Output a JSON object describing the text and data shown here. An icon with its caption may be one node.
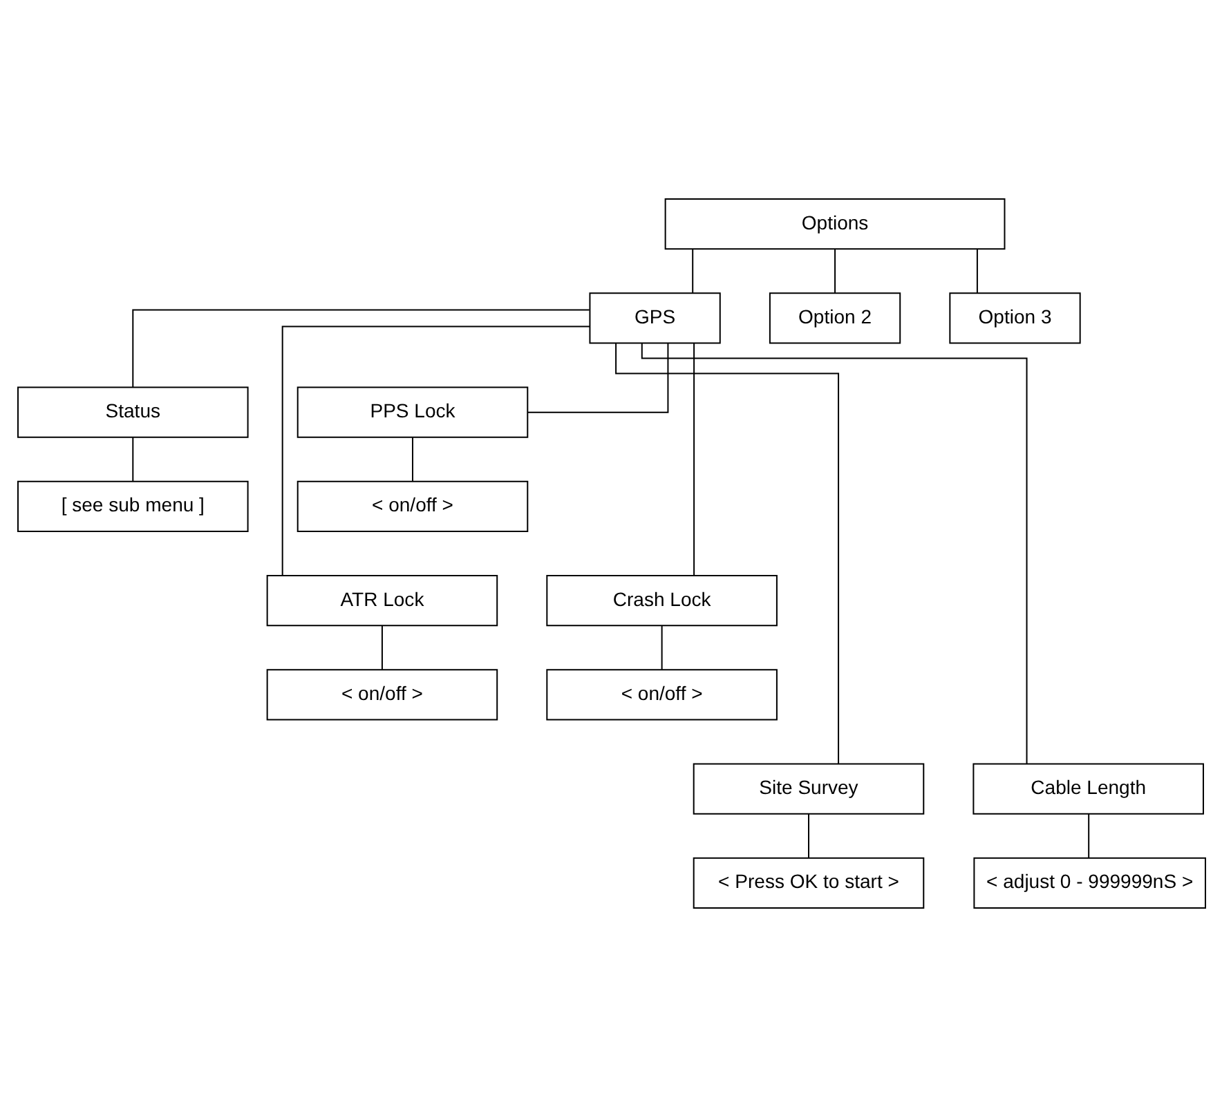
{
  "diagram": {
    "nodes": [
      {
        "text": [
          "Options"
        ]
      },
      {
        "text": [
          "GPS"
        ]
      },
      {
        "text": [
          "Option 2"
        ]
      },
      {
        "text": [
          "Option 3"
        ]
      },
      {
        "text": [
          "Status"
        ]
      },
      {
        "text": [
          "[ see sub menu ]"
        ]
      },
      {
        "text": [
          "PPS Lock"
        ]
      },
      {
        "text": [
          "< on/off >"
        ]
      },
      {
        "text": [
          "ATR Lock"
        ]
      },
      {
        "text": [
          "< on/off >"
        ]
      },
      {
        "text": [
          "Crash Lock"
        ]
      },
      {
        "text": [
          "< on/off >"
        ]
      },
      {
        "text": [
          "Site Survey"
        ]
      },
      {
        "text": [
          "< Press OK to start >"
        ]
      },
      {
        "text": [
          "Cable Length"
        ]
      },
      {
        "text": [
          "< adjust 0 - 999999nS >"
        ]
      }
    ],
    "edges": [
      {
        "from": 0,
        "to": 1,
        "arrow": "none"
      },
      {
        "from": 0,
        "to": 2,
        "arrow": "none"
      },
      {
        "from": 0,
        "to": 3,
        "arrow": "none"
      },
      {
        "from": 1,
        "to": 4,
        "arrow": "none"
      },
      {
        "from": 1,
        "to": 6,
        "arrow": "none"
      },
      {
        "from": 4,
        "to": 5,
        "arrow": "none"
      },
      {
        "from": 6,
        "to": 7,
        "arrow": "none"
      },
      {
        "from": 1,
        "to": 8,
        "arrow": "none"
      },
      {
        "from": 1,
        "to": 10,
        "arrow": "none"
      },
      {
        "from": 8,
        "to": 9,
        "arrow": "none"
      },
      {
        "from": 10,
        "to": 11,
        "arrow": "none"
      },
      {
        "from": 1,
        "to": 12,
        "arrow": "none"
      },
      {
        "from": 1,
        "to": 14,
        "arrow": "none"
      },
      {
        "from": 12,
        "to": 13,
        "arrow": "none"
      },
      {
        "from": 14,
        "to": 15,
        "arrow": "none"
      }
    ]
  }
}
